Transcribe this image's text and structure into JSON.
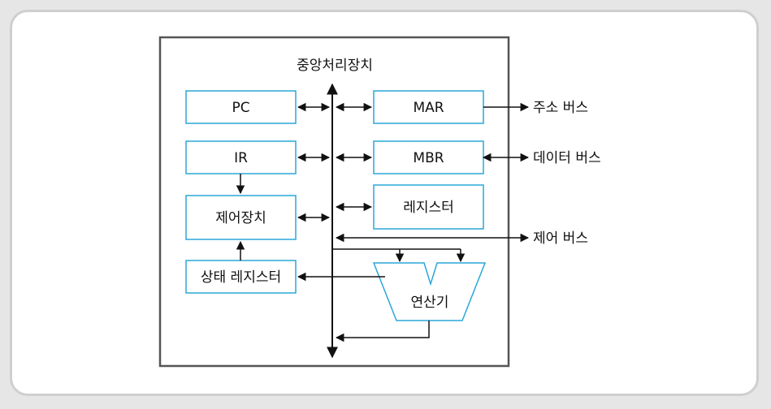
{
  "diagram": {
    "title": "중앙처리장치",
    "blocks": {
      "pc": "PC",
      "ir": "IR",
      "control_unit": "제어장치",
      "status_register": "상태 레지스터",
      "mar": "MAR",
      "mbr": "MBR",
      "registers": "레지스터",
      "alu": "연산기"
    },
    "buses": {
      "address_bus": "주소 버스",
      "data_bus": "데이터 버스",
      "control_bus": "제어 버스"
    },
    "colors": {
      "box_border": "#2aa7d8",
      "frame": "#555555",
      "line": "#111111"
    }
  }
}
